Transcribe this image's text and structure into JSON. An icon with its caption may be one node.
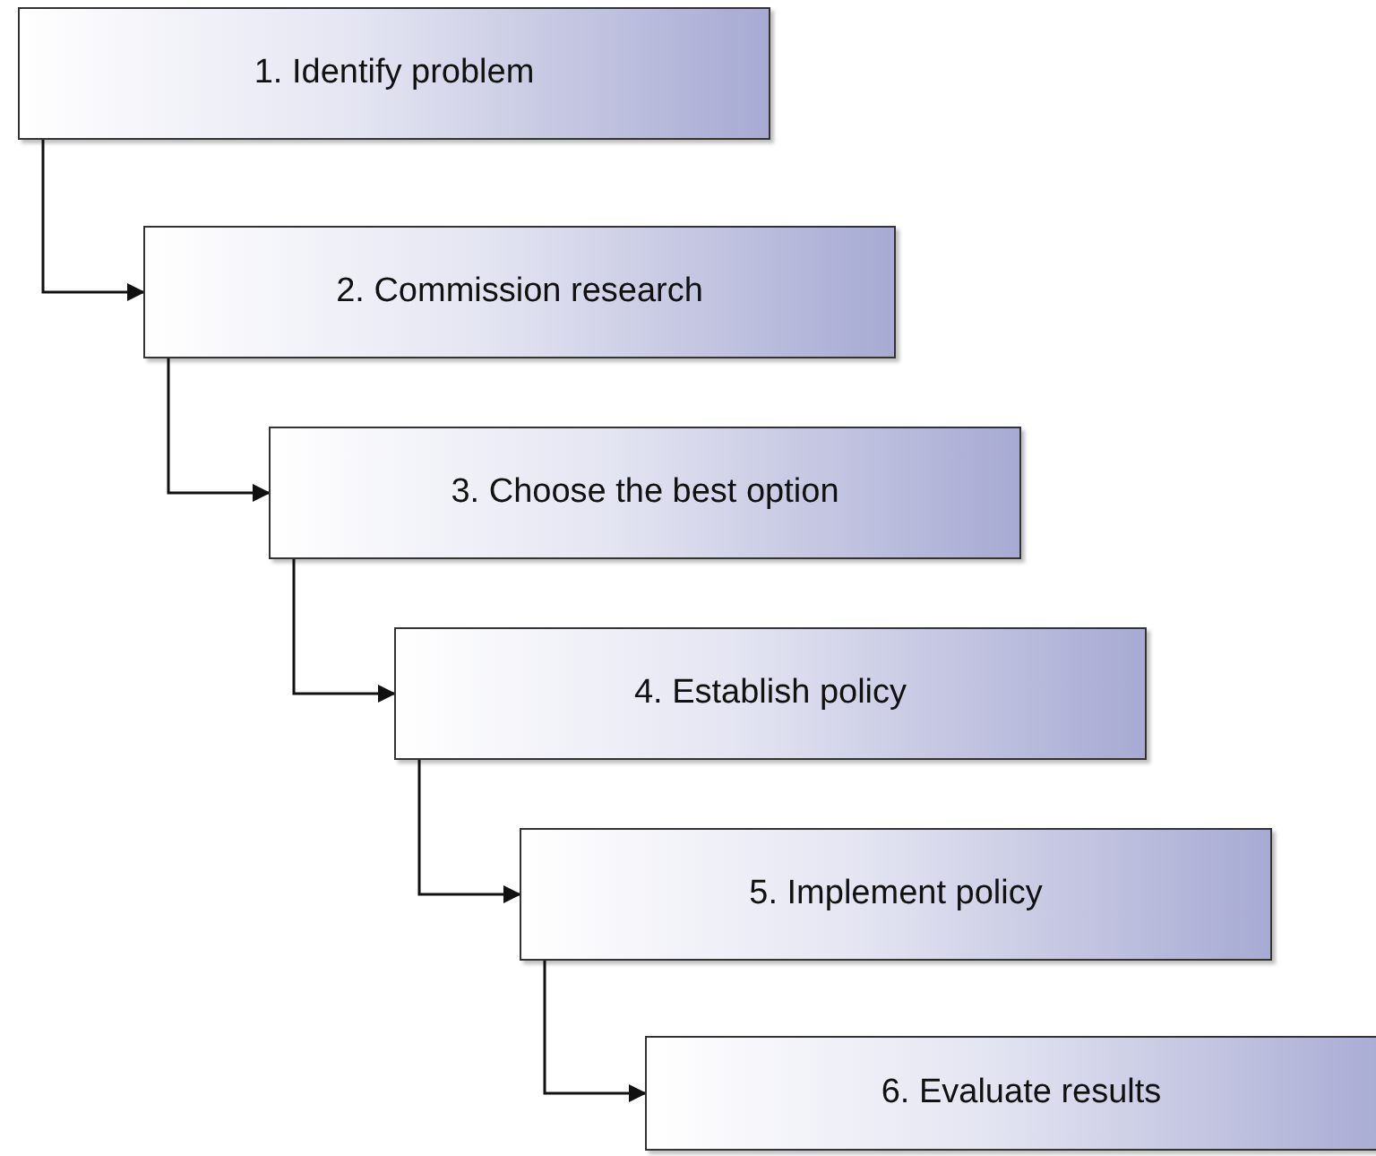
{
  "diagram": {
    "nodes": [
      {
        "text": [
          "1. Identify problem"
        ]
      },
      {
        "text": [
          "2. Commission research"
        ]
      },
      {
        "text": [
          "3. Choose the best option"
        ]
      },
      {
        "text": [
          "4. Establish policy"
        ]
      },
      {
        "text": [
          "5. Implement policy"
        ]
      },
      {
        "text": [
          "6. Evaluate results"
        ]
      }
    ],
    "edges": [
      {
        "from": 0,
        "to": 1,
        "arrow": "to"
      },
      {
        "from": 1,
        "to": 2,
        "arrow": "to"
      },
      {
        "from": 2,
        "to": 3,
        "arrow": "to"
      },
      {
        "from": 3,
        "to": 4,
        "arrow": "to"
      },
      {
        "from": 4,
        "to": 5,
        "arrow": "to"
      }
    ]
  }
}
